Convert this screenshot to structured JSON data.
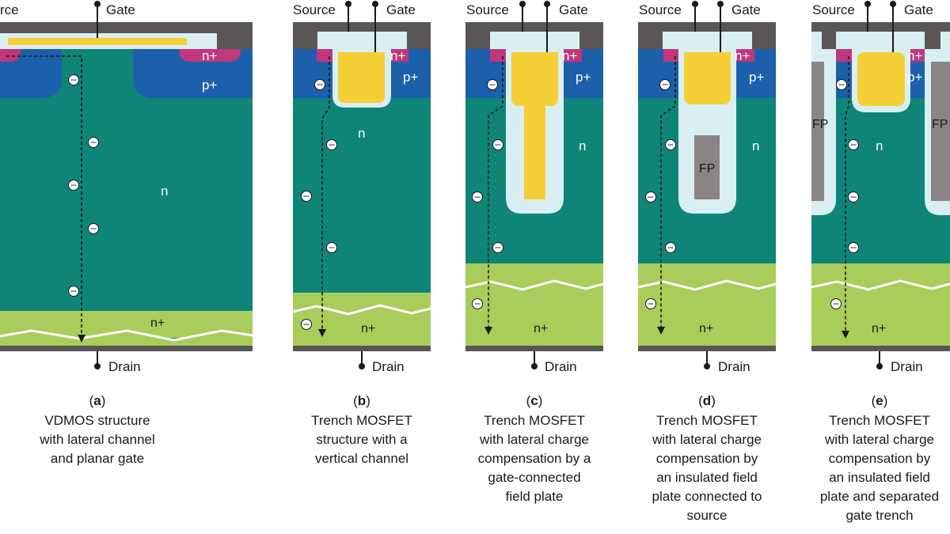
{
  "colors": {
    "metal": "#5a5656",
    "oxide": "#d9eff1",
    "n_drift": "#0f8578",
    "p_well": "#1c5faa",
    "n_plus_source": "#c0377c",
    "n_plus_substrate": "#a8cd5a",
    "gate_poly": "#f5cf36",
    "field_plate": "#8a8482"
  },
  "icons": {
    "electron": "electron-minus-icon"
  },
  "electron_symbol": "−",
  "panels": [
    {
      "id": "a",
      "terminals": {
        "source": "rce",
        "gate": "Gate",
        "drain": "Drain"
      },
      "regions": {
        "n_plus_top": "n+",
        "p_plus": "p+",
        "n_drift": "n",
        "n_plus_bottom": "n+"
      },
      "caption": {
        "letter": "a",
        "lines": [
          "VDMOS structure",
          "with lateral channel",
          "and planar gate"
        ]
      }
    },
    {
      "id": "b",
      "terminals": {
        "source": "Source",
        "gate": "Gate",
        "drain": "Drain"
      },
      "regions": {
        "n_plus_top": "n+",
        "p_plus": "p+",
        "n_drift": "n",
        "n_plus_bottom": "n+"
      },
      "caption": {
        "letter": "b",
        "lines": [
          "Trench MOSFET",
          "structure with a",
          "vertical channel"
        ]
      }
    },
    {
      "id": "c",
      "terminals": {
        "source": "Source",
        "gate": "Gate",
        "drain": "Drain"
      },
      "regions": {
        "n_plus_top": "n+",
        "p_plus": "p+",
        "n_drift": "n",
        "n_plus_bottom": "n+"
      },
      "caption": {
        "letter": "c",
        "lines": [
          "Trench MOSFET",
          "with lateral charge",
          "compensation by a",
          "gate-connected",
          "field plate"
        ]
      }
    },
    {
      "id": "d",
      "terminals": {
        "source": "Source",
        "gate": "Gate",
        "drain": "Drain"
      },
      "regions": {
        "n_plus_top": "n+",
        "p_plus": "p+",
        "n_drift": "n",
        "n_plus_bottom": "n+",
        "field_plate": "FP"
      },
      "caption": {
        "letter": "d",
        "lines": [
          "Trench MOSFET",
          "with lateral charge",
          "compensation by",
          "an insulated field",
          "plate connected to",
          "source"
        ]
      }
    },
    {
      "id": "e",
      "terminals": {
        "source": "Source",
        "gate": "Gate",
        "drain": "Drain"
      },
      "regions": {
        "n_plus_top": "n+",
        "p_plus": "p+",
        "n_drift": "n",
        "n_plus_bottom": "n+",
        "fp_left": "FP",
        "fp_right": "FP"
      },
      "caption": {
        "letter": "e",
        "lines": [
          "Trench MOSFET",
          "with lateral charge",
          "compensation by",
          "an insulated field",
          "plate and separated",
          "gate trench"
        ]
      }
    }
  ]
}
